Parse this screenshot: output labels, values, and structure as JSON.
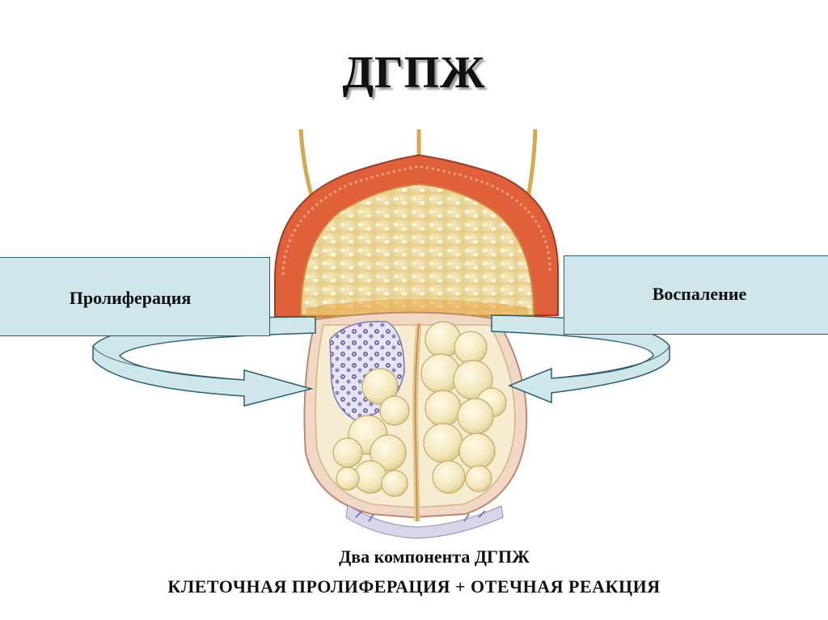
{
  "title": "ДГПЖ",
  "labels": {
    "left": "Пролиферация",
    "right": "Воспаление"
  },
  "captions": {
    "line1": "Два компонента ДГПЖ",
    "line2": "КЛЕТОЧНАЯ ПРОЛИФЕРАЦИЯ + ОТЕЧНАЯ РЕАКЦИЯ"
  },
  "colors": {
    "label_box": "#cfe6ea",
    "label_border": "#2b5f6b",
    "bladder_muscle": "#e0603a",
    "bladder_inner": "#f1dfa0",
    "prostate_tissue": "#f3e9c8",
    "proliferation_cells": "#7b78b8"
  },
  "icons": {
    "left_arrow": "curved-arrow-right-icon",
    "right_arrow": "curved-arrow-left-icon",
    "illustration": "prostate-illustration"
  }
}
